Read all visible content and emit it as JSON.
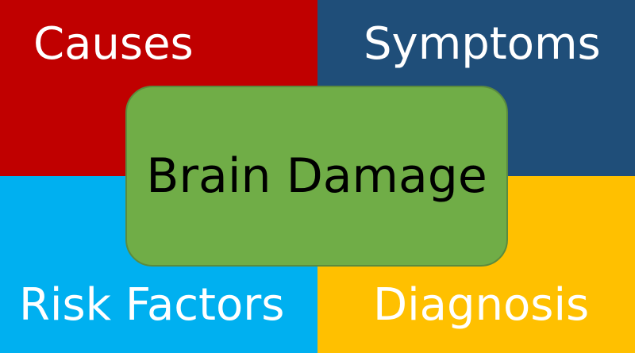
{
  "center": {
    "title": "Brain Damage",
    "color": "#70ad47"
  },
  "quadrants": {
    "top_left": {
      "label": "Causes",
      "color": "#c00000"
    },
    "top_right": {
      "label": "Symptoms",
      "color": "#1f4e79"
    },
    "bottom_left": {
      "label": "Risk Factors",
      "color": "#00b0f0"
    },
    "bottom_right": {
      "label": "Diagnosis",
      "color": "#ffc000"
    }
  }
}
